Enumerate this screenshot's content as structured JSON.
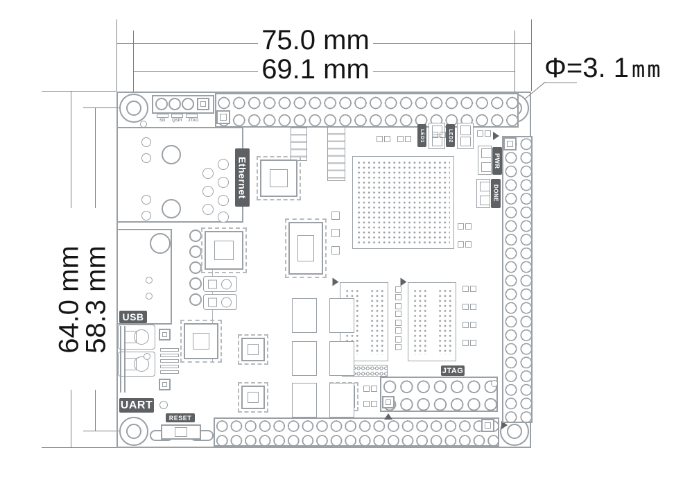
{
  "dimensions": {
    "width_outer": "75.0 mm",
    "width_holes": "69.1 mm",
    "height_outer": "64.0 mm",
    "height_holes": "58.3 mm",
    "hole_phi": "Φ=3. 1",
    "hole_unit": "mm"
  },
  "board": {
    "labels": {
      "ethernet": "Ethernet",
      "usb": "USB",
      "uart": "UART",
      "reset": "RESET",
      "jtag": "JTAG",
      "pwr": "PWR",
      "done": "DONE",
      "led1": "LED1",
      "led2": "LED2"
    },
    "boot_modes": [
      "SD",
      "QSPI",
      "JTAG"
    ],
    "connectors": {
      "top_header_pins": "2x20",
      "bottom_header_pins": "2x20",
      "right_header_pins": "2x21",
      "jtag_header_pins": "2x7"
    }
  },
  "colors": {
    "line": "#9aa0a5",
    "dimension_line": "#7a7e82",
    "dimension_text": "#141414",
    "label_bg": "#5e6164",
    "label_text": "#ffffff"
  }
}
